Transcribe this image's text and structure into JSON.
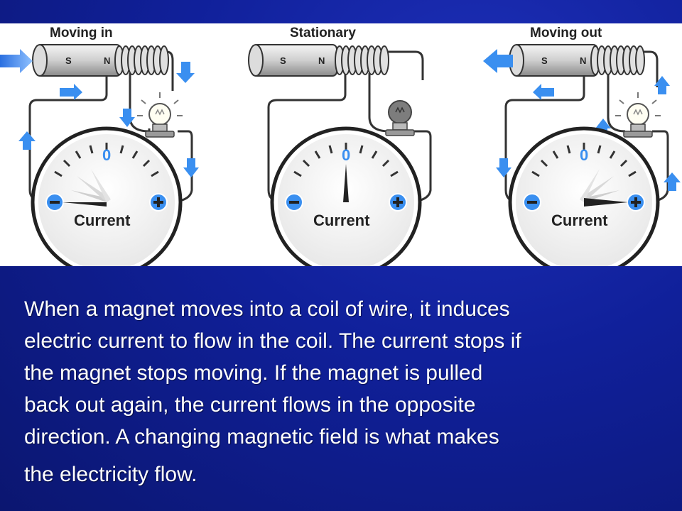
{
  "panels": [
    {
      "title": "Moving in",
      "meter_label": "Current",
      "zero_label": "0",
      "magnet_south": "S",
      "magnet_north": "N",
      "bulb": "lit"
    },
    {
      "title": "Stationary",
      "meter_label": "Current",
      "zero_label": "0",
      "magnet_south": "S",
      "magnet_north": "N",
      "bulb": "off"
    },
    {
      "title": "Moving out",
      "meter_label": "Current",
      "zero_label": "0",
      "magnet_south": "S",
      "magnet_north": "N",
      "bulb": "lit"
    }
  ],
  "caption": {
    "line1": "When a magnet moves into a coil of wire, it induces",
    "line2": "electric current to flow in the coil.  The current stops if",
    "line3": "the magnet stops moving. If the magnet is pulled",
    "line4": "back out again, the current flows in the opposite",
    "line5": "direction.  A changing magnetic field is what makes",
    "line6": "the electricity flow."
  },
  "colors": {
    "background": "#10209a",
    "arrow": "#3a8ff0",
    "text": "#ffffff"
  }
}
